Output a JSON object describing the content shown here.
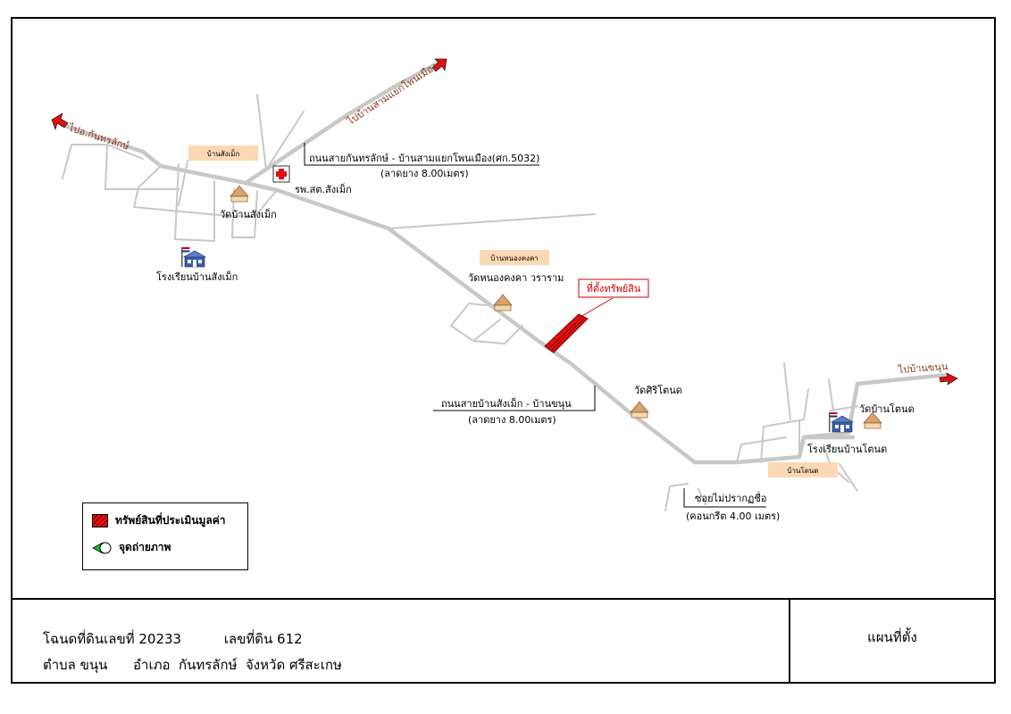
{
  "map": {
    "directions": {
      "to_kanthararak": "ไปอ.กันทรลักษ์",
      "to_samyaek": "ไปบ้านสามแยกโพนเมือง",
      "to_ban_khanun": "ไปบ้านขนุน"
    },
    "villages": {
      "sangmek": "บ้านสังเม็ก",
      "nong_khongkha": "บ้านหนองคงคา",
      "tonot": "บ้านโตนด"
    },
    "places": {
      "health_center": "รพ.สต.สังเม็ก",
      "wat_sangmek": "วัดบ้านสังเม็ก",
      "school_sangmek": "โรงเรียนบ้านสังเม็ก",
      "wat_nong_khongkha": "วัดหนองคงคา วราราม",
      "wat_siri_tonot": "วัดศิริโตนด",
      "wat_tonot": "วัดบ้านโตนด",
      "school_tonot": "โรงเรียนบ้านโตนด"
    },
    "roads": {
      "road1_name": "ถนนสายกันทรลักษ์ - บ้านสามแยกโพนเมือง(ศก.5032)",
      "road1_surface": "(ลาดยาง 8.00เมตร)",
      "road2_name": "ถนนสายบ้านสังเม็ก - บ้านขนุน",
      "road2_surface": "(ลาดยาง 8.00เมตร)",
      "road3_name": "ซอยไม่ปรากฏชื่อ",
      "road3_surface": "(คอนกรีต 4.00 เมตร)"
    },
    "property_label": "ที่ตั้งทรัพย์สิน",
    "colors": {
      "road": "#c8c8c8",
      "property": "#e01010",
      "village_box": "#fcd9b4",
      "direction_text": "#8b3a1a",
      "arrow": "#e01010"
    }
  },
  "legend": {
    "property_item": "ทรัพย์สินที่ประเมินมูลค่า",
    "photo_item": "จุดถ่ายภาพ"
  },
  "info": {
    "deed_label": "โฉนดที่ดินเลขที่ 20233",
    "land_no_label": "เลขที่ดิน 612",
    "tambon": "ตำบล ขนุน",
    "amphoe": "อำเภอ  กันทรลักษ์",
    "province": "จังหวัด ศรีสะเกษ"
  },
  "title": "แผนที่ตั้ง"
}
